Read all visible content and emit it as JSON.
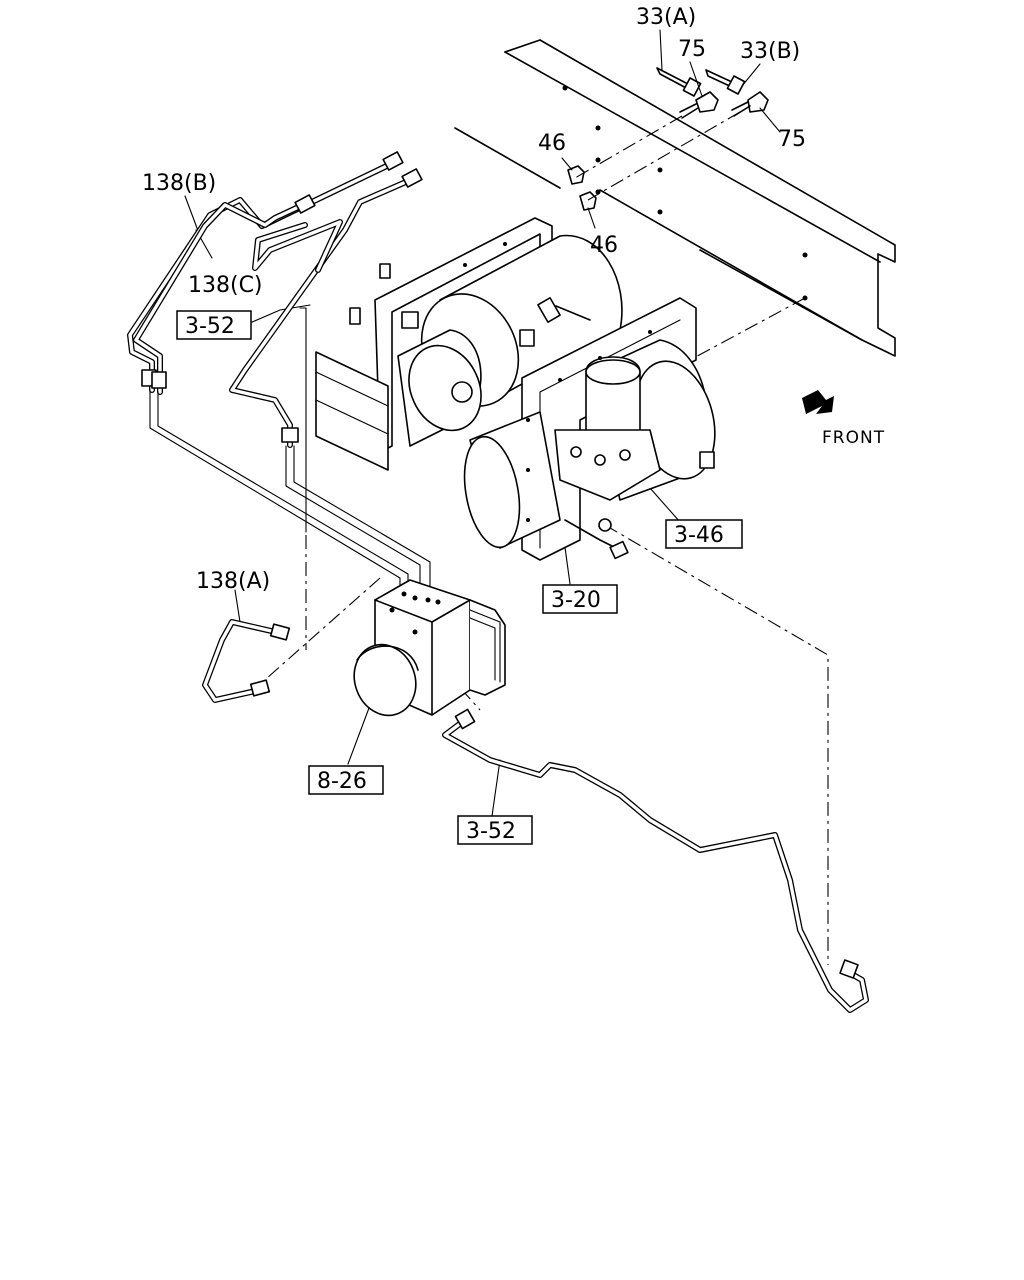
{
  "part_labels": {
    "p33a": "33(A)",
    "p75_top": "75",
    "p33b": "33(B)",
    "p75_right": "75",
    "p46_top": "46",
    "p46_bottom": "46",
    "p138b": "138(B)",
    "p138c": "138(C)",
    "p138a": "138(A)"
  },
  "ref_boxes": {
    "r352_left": "3-52",
    "r346": "3-46",
    "r320": "3-20",
    "r826": "8-26",
    "r352_bottom": "3-52"
  },
  "direction": {
    "front_label": "FRONT"
  }
}
